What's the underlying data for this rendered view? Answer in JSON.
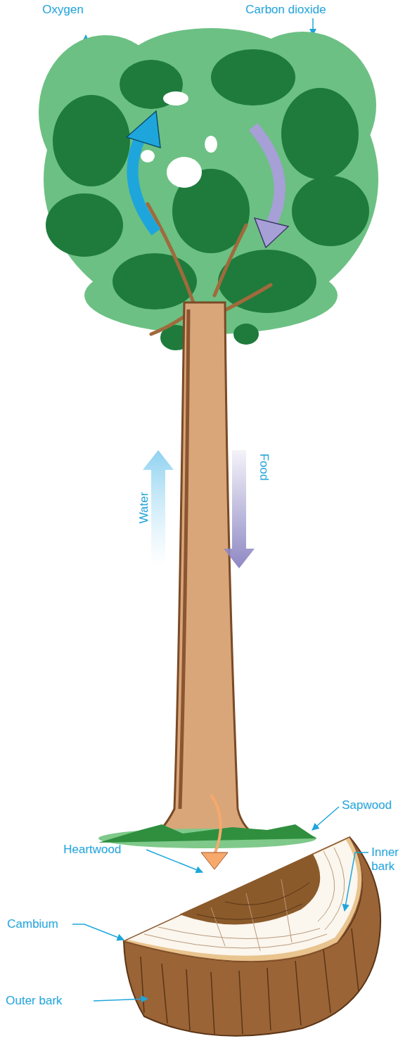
{
  "diagram": {
    "labels": [
      "Oxygen",
      "Carbon dioxide",
      "Water",
      "Food",
      "Sapwood",
      "Heartwood",
      "Inner bark",
      "Cambium",
      "Outer bark"
    ]
  }
}
